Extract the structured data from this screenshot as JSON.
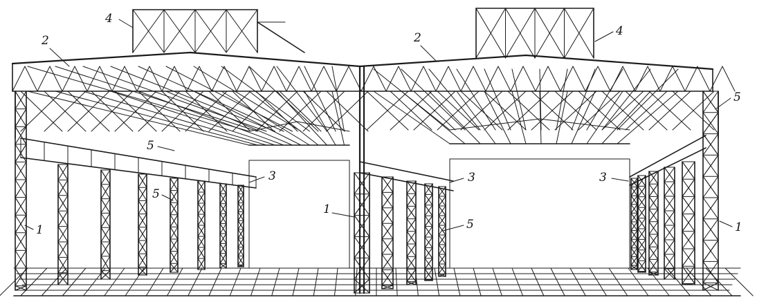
{
  "callouts": {
    "col_left": "1",
    "col_mid": "1",
    "col_right": "1",
    "truss_left": "2",
    "truss_right": "2",
    "crane_left": "3",
    "crane_mid": "3",
    "crane_right": "3",
    "lantern_left": "4",
    "lantern_right": "4",
    "brace_left_top": "5",
    "brace_left_low": "5",
    "brace_mid": "5",
    "brace_right": "5"
  }
}
